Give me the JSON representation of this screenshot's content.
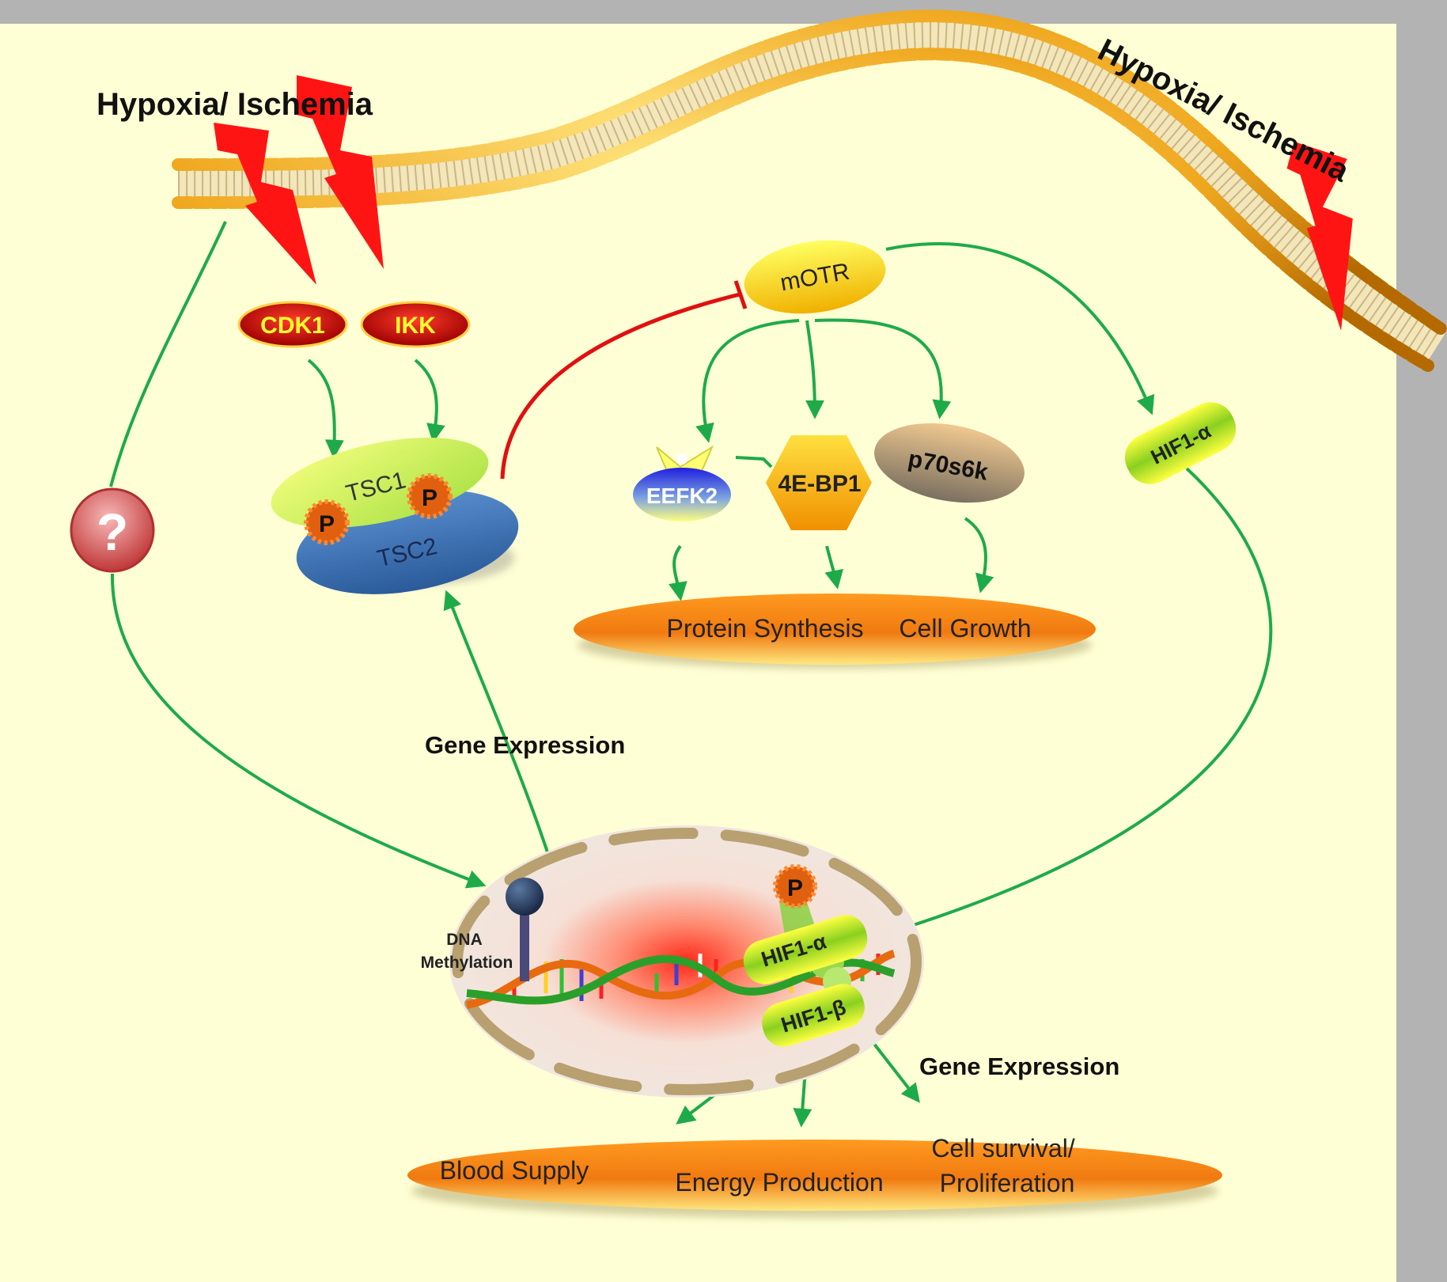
{
  "labels": {
    "hypoxia_left": "Hypoxia/ Ischemia",
    "hypoxia_right": "Hypoxia/ Ischemia",
    "cdk1": "CDK1",
    "ikk": "IKK",
    "tsc1": "TSC1",
    "tsc2": "TSC2",
    "phospho": "P",
    "question": "?",
    "motr": "mOTR",
    "eefk2": "EEFK2",
    "four_ebp1": "4E-BP1",
    "p70s6k": "p70s6k",
    "hif1a_cyto": "HIF1-α",
    "hif1a_nuc": "HIF1-α",
    "hif1b_nuc": "HIF1-β",
    "protein_synthesis": "Protein Synthesis",
    "cell_growth": "Cell Growth",
    "gene_expression_upper": "Gene Expression",
    "gene_expression_lower": "Gene Expression",
    "dna_methylation_1": "DNA",
    "dna_methylation_2": "Methylation",
    "blood_supply": "Blood Supply",
    "energy_production": "Energy Production",
    "cell_survival_1": "Cell survival/",
    "cell_survival_2": "Proliferation"
  },
  "colors": {
    "background": "#ffffd5",
    "frame": "#b3b3b3",
    "arrow_green": "#1faa4a",
    "inhibit_red": "#e01010",
    "lightning_red": "#ff1414",
    "membrane_head": "#f0a820",
    "orange_band": "#f07a10"
  }
}
